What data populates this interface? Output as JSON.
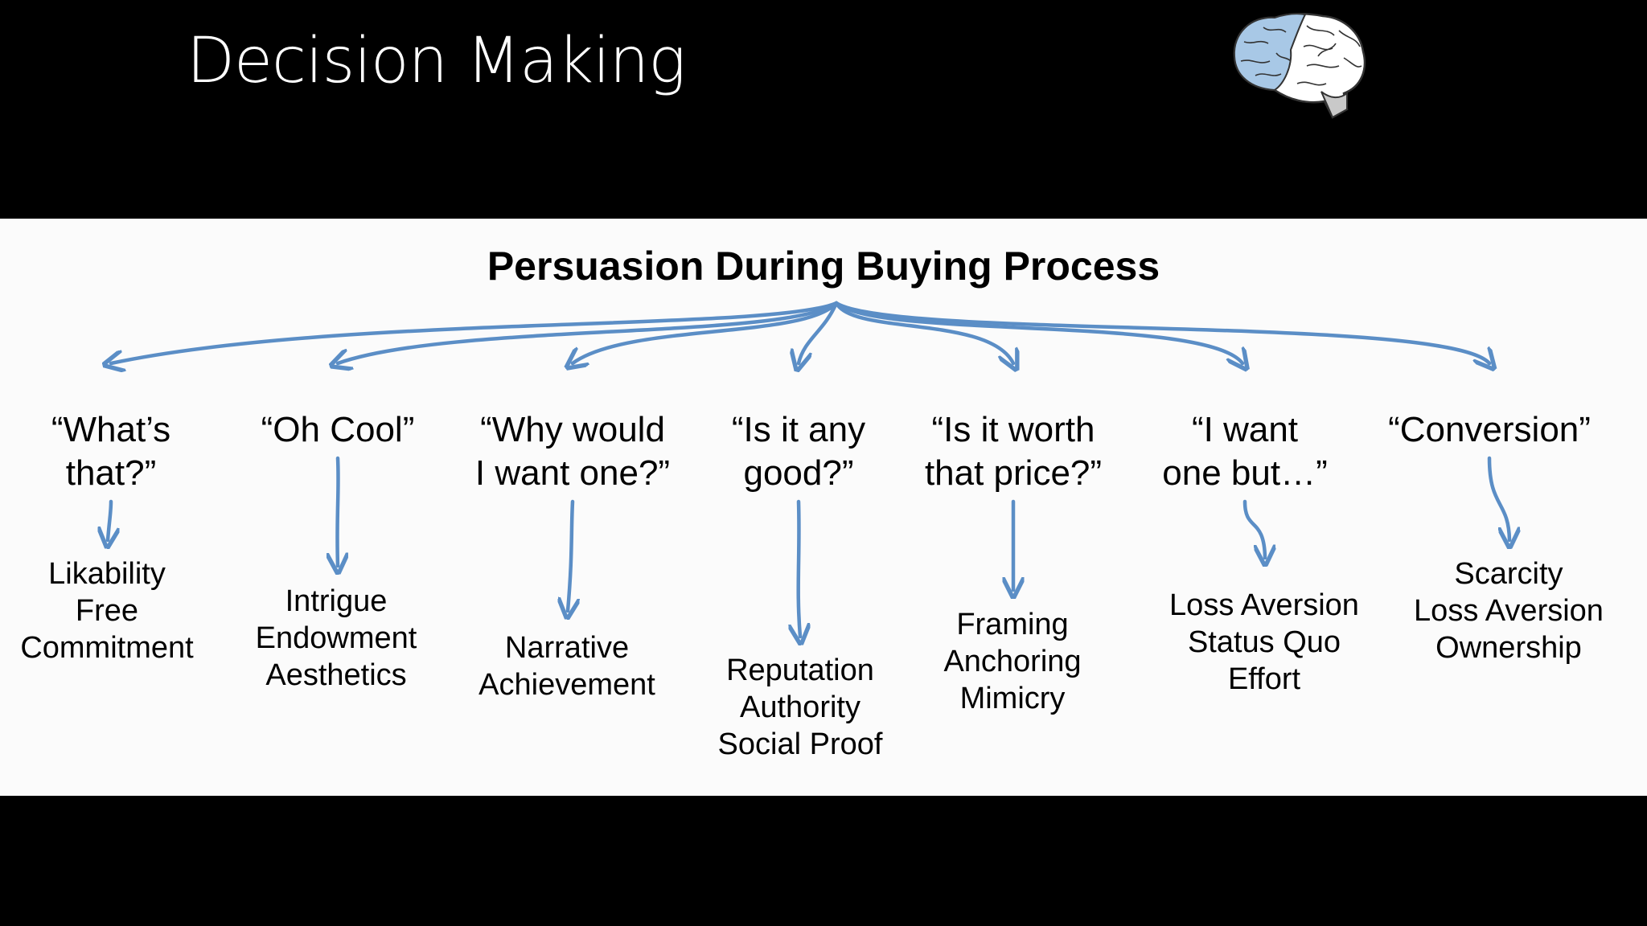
{
  "slide": {
    "title": "Decision Making"
  },
  "diagram": {
    "title": "Persuasion During Buying Process",
    "arrow_color": "#5b8ec6",
    "stages": [
      {
        "question": "“What’s\nthat?”",
        "tactics": "Likability\nFree\nCommitment"
      },
      {
        "question": "“Oh Cool”",
        "tactics": "Intrigue\nEndowment\nAesthetics"
      },
      {
        "question": "“Why would\nI want one?”",
        "tactics": "Narrative\nAchievement"
      },
      {
        "question": "“Is it any\ngood?”",
        "tactics": "Reputation\nAuthority\nSocial Proof"
      },
      {
        "question": "“Is it worth\nthat price?”",
        "tactics": "Framing\nAnchoring\nMimicry"
      },
      {
        "question": "“I want\none but…”",
        "tactics": "Loss Aversion\nStatus Quo\nEffort"
      },
      {
        "question": "“Conversion”",
        "tactics": "Scarcity\nLoss Aversion\nOwnership"
      }
    ]
  },
  "icons": {
    "brain": "brain-icon"
  }
}
